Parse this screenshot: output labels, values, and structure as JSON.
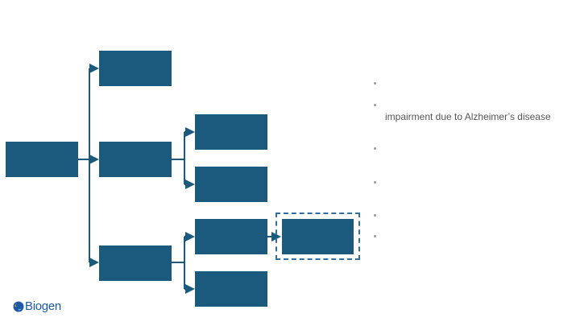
{
  "diagram": {
    "box_color": "#1b5a7d",
    "connector_color": "#1b5a7d",
    "highlight_color": "#2f6fa3",
    "boxes": [
      "root",
      "l1-top",
      "l1-middle",
      "l1-bottom",
      "l2-mid-a",
      "l2-mid-b",
      "l2-bot-a",
      "l2-bot-b",
      "l3-highlighted"
    ]
  },
  "bullets": {
    "items": [
      {
        "text": ""
      },
      {
        "text": "impairment due to Alzheimer’s disease"
      },
      {
        "text": ""
      },
      {
        "text": ""
      },
      {
        "text": ""
      },
      {
        "text": ""
      }
    ]
  },
  "footer": {
    "logo_text": "Biogen",
    "logo_icon": "biogen-logo-icon"
  }
}
